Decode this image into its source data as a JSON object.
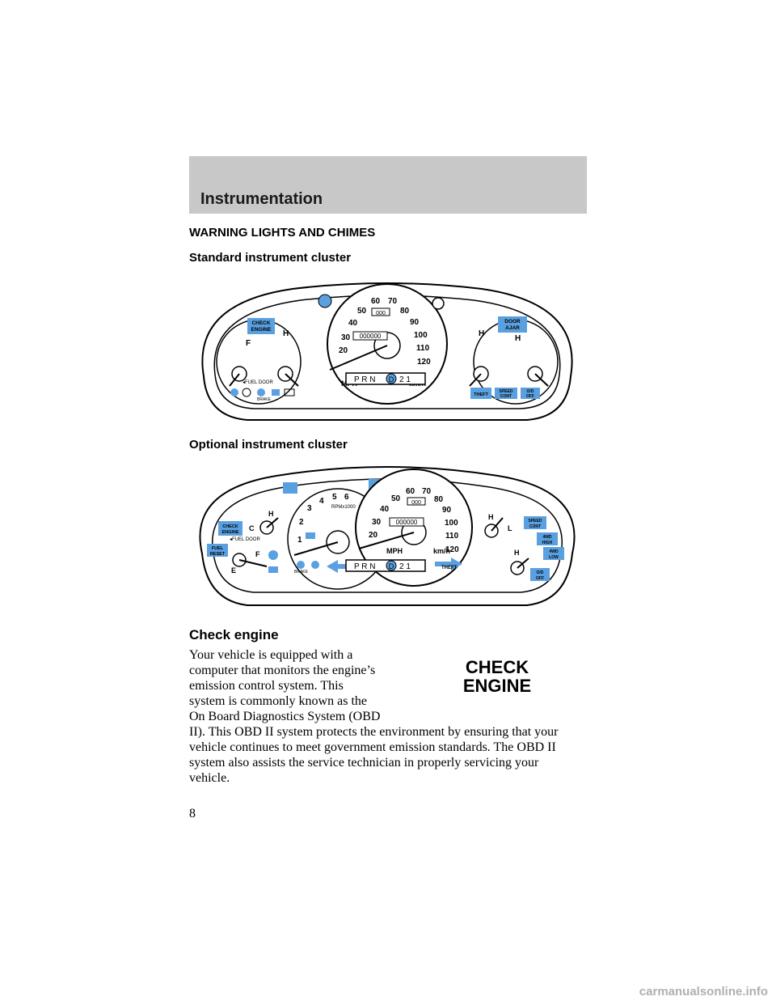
{
  "header": {
    "title": "Instrumentation"
  },
  "headings": {
    "main": "WARNING LIGHTS AND CHIMES",
    "standard_cluster": "Standard instrument cluster",
    "optional_cluster": "Optional instrument cluster",
    "check_engine": "Check engine"
  },
  "check_engine_lamp": {
    "line1": "CHECK",
    "line2": "ENGINE"
  },
  "body": {
    "lines": [
      "Your vehicle is equipped with a",
      "computer that monitors the engine’s",
      "emission control system. This",
      "system is commonly known as the",
      "On Board Diagnostics System (OBD",
      "II). This OBD II system protects the environment by ensuring that your",
      "vehicle continues to meet government emission standards. The OBD II",
      "system also assists the service technician in properly servicing your",
      "vehicle."
    ]
  },
  "page_number": "8",
  "watermark": "carmanualsonline.info",
  "cluster_labels": {
    "check_engine_a": "CHECK",
    "check_engine_b": "ENGINE",
    "door_ajar_a": "DOOR",
    "door_ajar_b": "AJAR",
    "fuel_door": "◂FUEL DOOR",
    "brake": "BRAKE",
    "theft": "THEFT",
    "speed_cont_a": "SPEED",
    "speed_cont_b": "CONT",
    "od_off_a": "O/D",
    "od_off_b": "OFF",
    "mph": "MPH",
    "kmh": "km/h",
    "prnd": "P  R  N",
    "gear_d": "D",
    "gears_21": "2  1",
    "odometer": "000000",
    "trip": "000",
    "rpm": "RPMx1000",
    "fuel_reset_a": "FUEL",
    "fuel_reset_b": "RESET",
    "wd_high_a": "4WD",
    "wd_high_b": "HIGH",
    "wd_low_a": "4WD",
    "wd_low_b": "LOW",
    "letter_f": "F",
    "letter_h": "H",
    "letter_e": "E",
    "letter_c": "C",
    "letter_l": "L"
  },
  "speed_ticks": [
    "20",
    "30",
    "40",
    "50",
    "60",
    "70",
    "80",
    "90",
    "100",
    "110",
    "120"
  ],
  "rpm_ticks": [
    "1",
    "2",
    "3",
    "4",
    "5",
    "6"
  ]
}
